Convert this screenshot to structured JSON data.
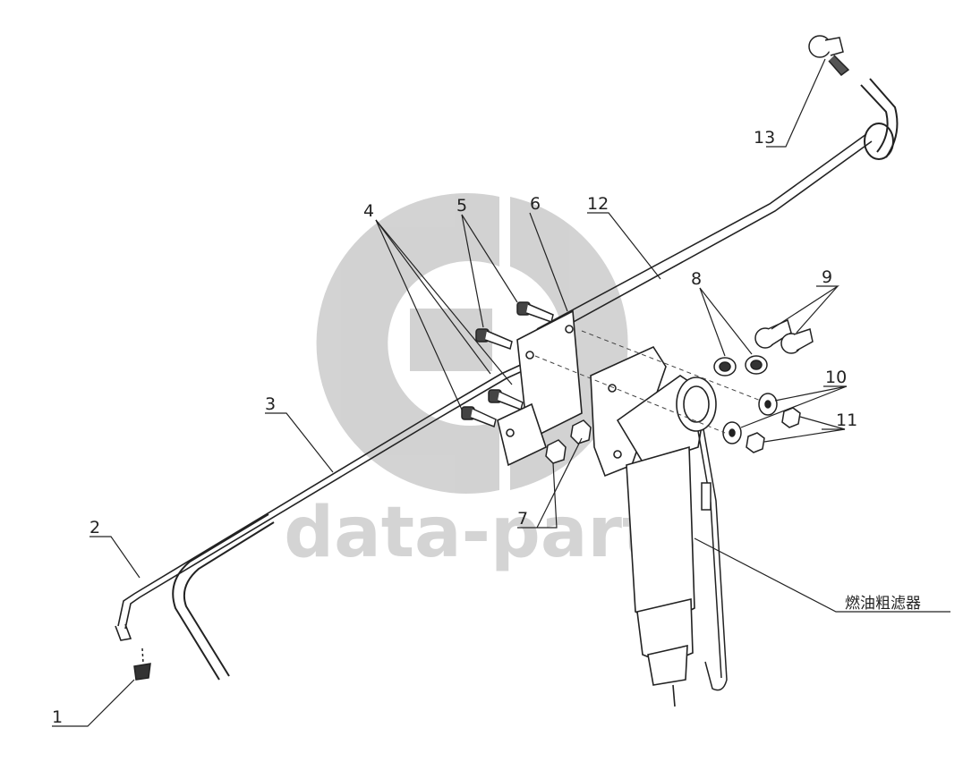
{
  "callouts": {
    "c1": "1",
    "c2": "2",
    "c3": "3",
    "c4": "4",
    "c5": "5",
    "c6": "6",
    "c7": "7",
    "c8": "8",
    "c9": "9",
    "c10": "10",
    "c11": "11",
    "c12": "12",
    "c13": "13"
  },
  "caption": "燃油粗滤器",
  "watermark": {
    "text": "data-parts",
    "color": "#9a9a9a"
  },
  "colors": {
    "line": "#222222",
    "background": "#ffffff"
  }
}
